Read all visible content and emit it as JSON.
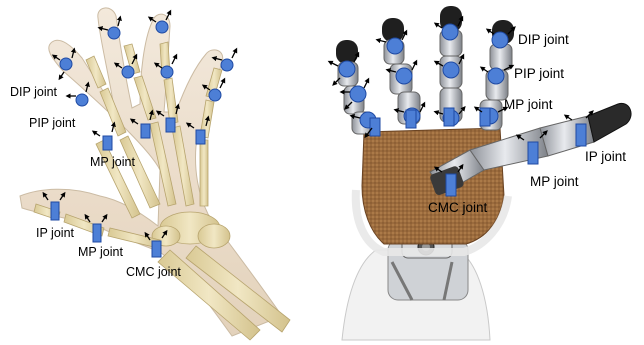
{
  "human_hand": {
    "labels": {
      "dip": "DIP joint",
      "pip": "PIP joint",
      "mp_fingers": "MP joint",
      "ip_thumb": "IP joint",
      "mp_thumb": "MP joint",
      "cmc": "CMC joint"
    }
  },
  "robot_hand": {
    "labels": {
      "dip": "DIP joint",
      "pip": "PIP joint",
      "mp_fingers": "MP joint",
      "ip_thumb": "IP joint",
      "mp_thumb": "MP joint",
      "cmc": "CMC joint"
    }
  },
  "colors": {
    "joint_marker": "#4d7fd6",
    "joint_marker_edge": "#1f4aa3",
    "arrow": "#000000",
    "skin": "#ede0cf",
    "bone": "#e6dab0",
    "robot_palm": "#9a6a3c",
    "robot_metal": "#b9bcc2"
  },
  "icons": [
    "rotation-arrow-icon",
    "joint-marker-icon"
  ]
}
